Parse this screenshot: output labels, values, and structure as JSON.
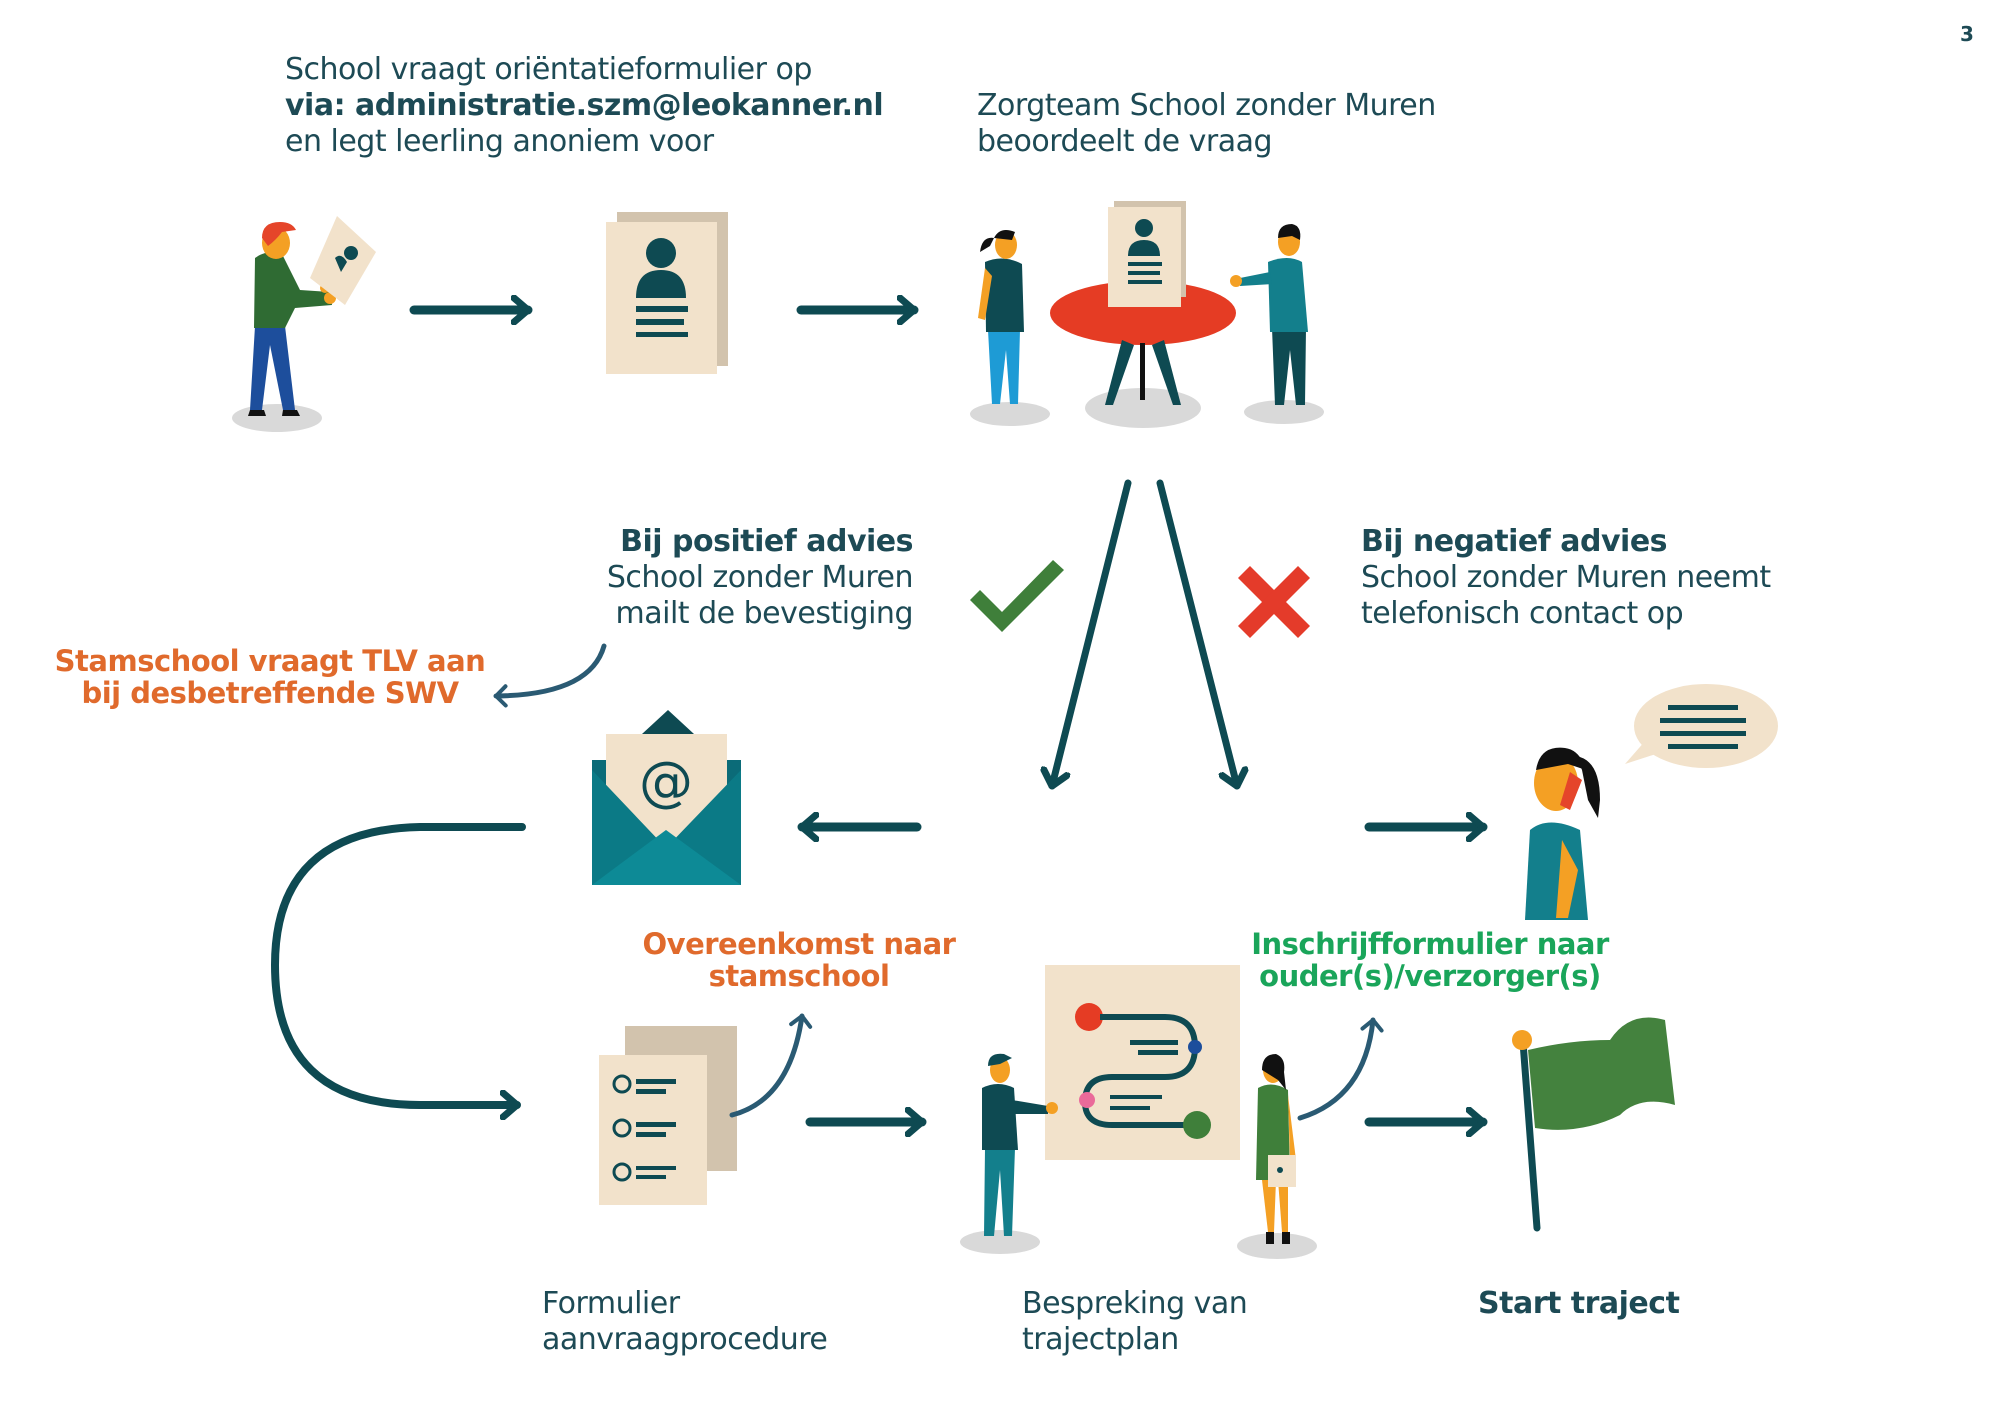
{
  "page": {
    "number": "3"
  },
  "colors": {
    "dark_teal": "#0e4a52",
    "arrow_blue": "#2a5a73",
    "orange_text": "#e06a2c",
    "green_text": "#1aa55a",
    "check_green": "#3f7f3a",
    "cross_red": "#e43b2a",
    "paper_beige": "#f2e2cb",
    "paper_shadow": "#d2c3ad",
    "table_red": "#e53c24",
    "envelope_teal": "#0b7a86",
    "flag_green": "#44823e",
    "skin_orange": "#f4a024"
  },
  "steps": {
    "step1": {
      "lines": [
        "School vraagt oriëntatieformulier op",
        "via: administratie.szm@leokanner.nl",
        "en legt leerling anoniem voor"
      ]
    },
    "step2": {
      "lines": [
        "Zorgteam School zonder Muren",
        "beoordeelt de vraag"
      ]
    },
    "positive": {
      "lines": [
        "Bij positief advies",
        "School zonder Muren",
        "mailt de bevestiging"
      ],
      "icon": "checkmark-icon"
    },
    "negative": {
      "lines": [
        "Bij negatief advies",
        "School zonder Muren neemt",
        "telefonisch contact op"
      ],
      "icon": "cross-icon"
    },
    "stamschool_note": {
      "lines": [
        "Stamschool vraagt TLV aan",
        "bij desbetreffende SWV"
      ]
    },
    "overeenkomst_note": {
      "lines": [
        "Overeenkomst naar",
        "stamschool"
      ]
    },
    "inschrijf_note": {
      "lines": [
        "Inschrijfformulier naar",
        "ouder(s)/verzorger(s)"
      ]
    },
    "formulier": {
      "lines": [
        "Formulier",
        "aanvraagprocedure"
      ]
    },
    "bespreking": {
      "lines": [
        "Bespreking van",
        "trajectplan"
      ]
    },
    "start": {
      "lines": [
        "Start traject"
      ]
    }
  },
  "illustrations": {
    "person_with_form": "person-holding-form-icon",
    "profile_document": "profile-document-icon",
    "team_meeting": "team-at-table-icon",
    "email_envelope": "email-envelope-icon",
    "phone_call": "person-on-phone-icon",
    "speech_bubble": "speech-bubble-icon",
    "form_checklist": "form-checklist-icon",
    "plan_discussion": "trajectplan-discussion-icon",
    "start_flag": "flag-icon"
  }
}
